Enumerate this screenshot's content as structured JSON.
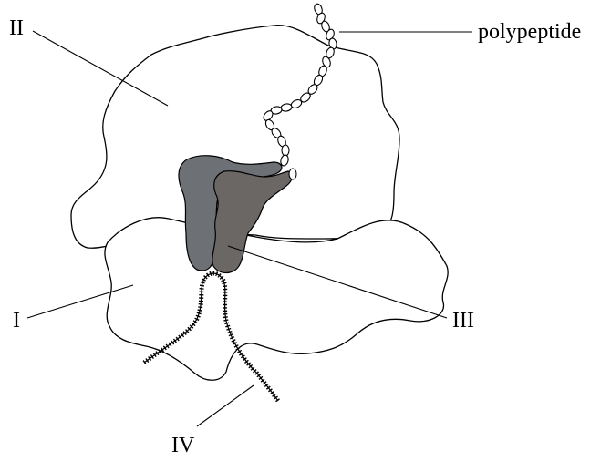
{
  "labels": {
    "large_subunit": "II",
    "small_subunit": "I",
    "trna": "III",
    "mrna": "IV",
    "chain": "polypeptide"
  },
  "colors": {
    "trna_left": "#6d7176",
    "trna_right": "#6a6765",
    "outline": "#000000",
    "background": "#ffffff"
  }
}
